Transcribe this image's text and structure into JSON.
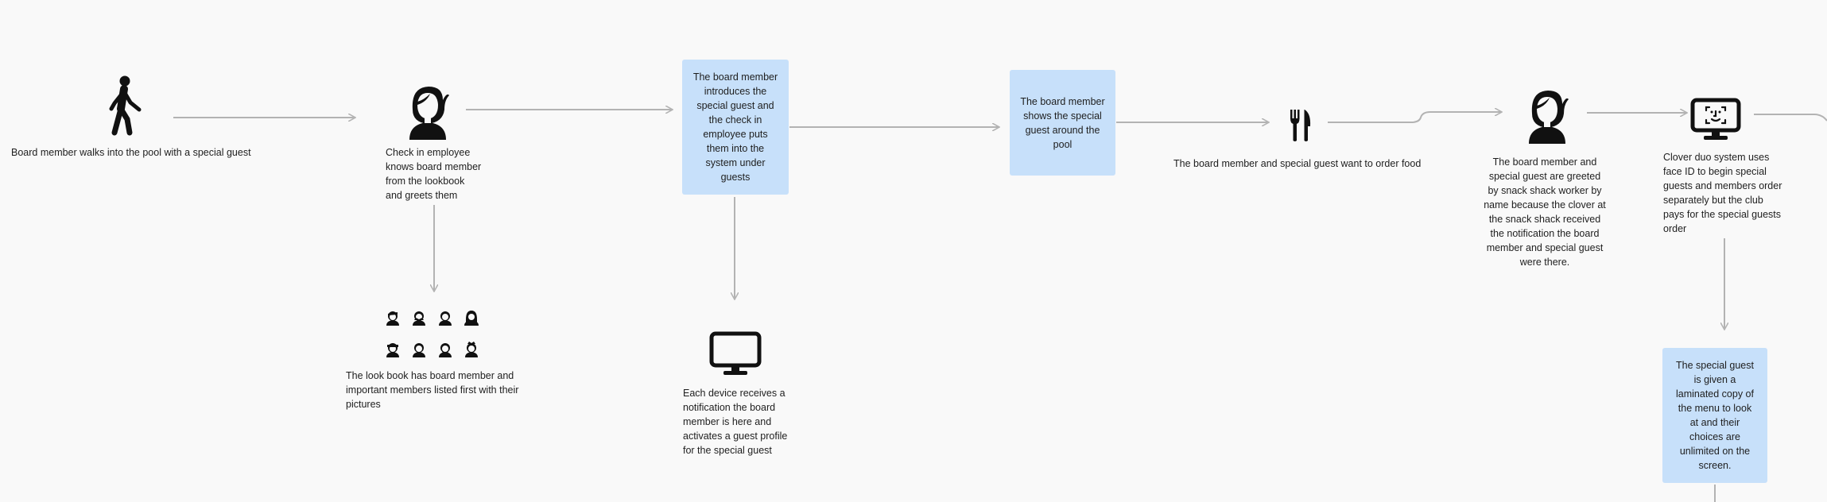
{
  "text": {
    "walk": "Board member walks into the pool with a special guest",
    "checkin": "Check in employee\nknows board member\nfrom the lookbook\nand greets them",
    "lookbook": "The look book has board member and\nimportant members listed first with their\npictures",
    "sticky_introduce": "The board member\nintroduces the\nspecial guest and\nthe check in\nemployee puts\nthem into the\nsystem under\nguests",
    "device": "Each device receives a\nnotification the board\nmember is here and\nactivates a guest profile\nfor the special guest",
    "sticky_tour": "The board member\nshows the special\nguest around the\npool",
    "food": "The board member and special guest want to order food",
    "snack": "The board member and\nspecial guest are greeted\nby snack shack worker by\nname because the clover at\nthe snack shack received\nthe notification the board\nmember and special guest\nwere there.",
    "clover": "Clover duo system uses\nface ID to begin special\nguests and members order\nseparately but the club\npays for the special guests\norder",
    "sticky_menu": "The special guest\nis given a\nlaminated copy of\nthe menu to look\nat and their\nchoices are\nunlimited on the\nscreen."
  },
  "icons": {
    "walking_person": "walking-person-icon",
    "woman_employee": "woman-icon",
    "avatars": "avatar-icon",
    "monitor": "monitor-icon",
    "fork_knife": "fork-knife-icon",
    "woman_worker": "woman-icon",
    "face_id_monitor": "face-id-monitor-icon"
  },
  "colors": {
    "background": "#f9f9f9",
    "sticky": "#c7e0fa",
    "connector": "#b3b3b3",
    "text": "#1e1e1e"
  }
}
